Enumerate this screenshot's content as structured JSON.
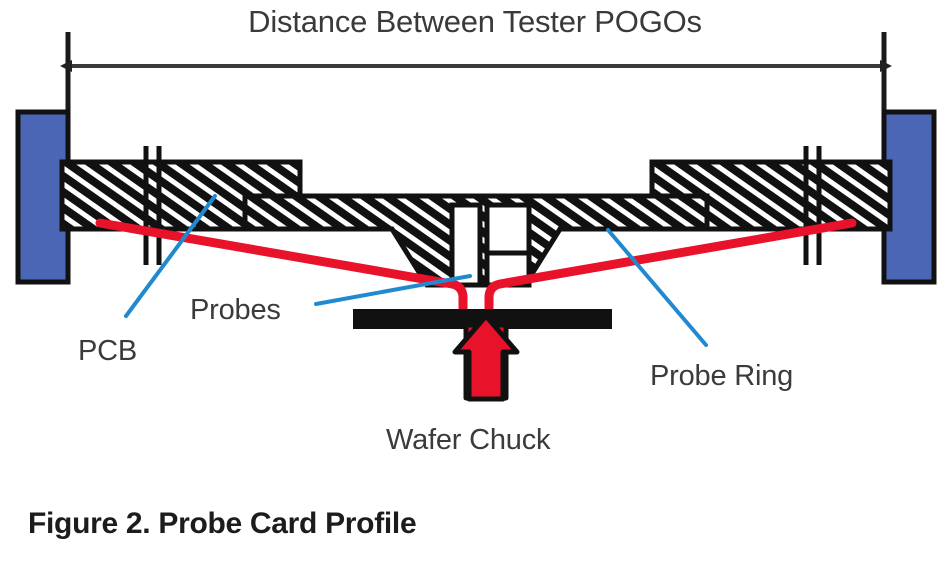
{
  "figure": {
    "title": "Distance Between Tester POGOs",
    "caption": "Figure 2. Probe Card Profile",
    "labels": {
      "pcb": "PCB",
      "probes": "Probes",
      "probe_ring": "Probe Ring",
      "wafer_chuck": "Wafer Chuck"
    }
  },
  "colors": {
    "pogo_blue": "#4A66B4",
    "probe_red": "#E8122B",
    "leader_blue": "#2089D0",
    "hatch_black": "#111111",
    "text_gray": "#3b3b3b",
    "caption_black": "#1c1c1c",
    "background": "#ffffff"
  },
  "parts": {
    "pogo_left": "Left tester POGO block",
    "pogo_right": "Right tester POGO block",
    "pcb_body": "Hatched printed circuit board cross-section",
    "screw_left": "Left fastener screw",
    "screw_right": "Right fastener screw",
    "probe_ring_left": "Left probe ring segment",
    "probe_ring_right": "Right probe ring segment",
    "probe_line_left": "Left red probe deflection line",
    "probe_line_right": "Right red probe deflection line",
    "wafer_chuck_bar": "Wafer chuck bar",
    "chuck_arrow": "Wafer chuck upward force arrow",
    "dimension_line": "Distance dimension double arrow"
  }
}
